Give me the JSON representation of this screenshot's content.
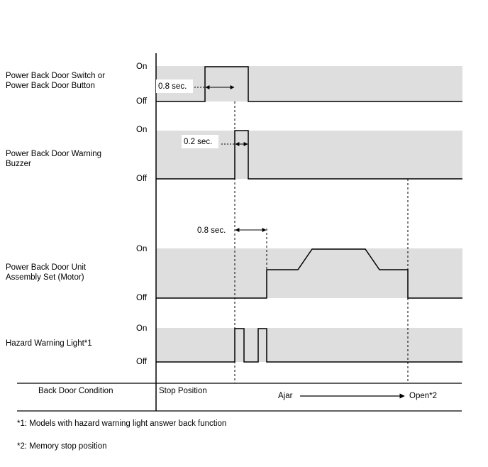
{
  "signals": [
    {
      "label_lines": [
        "Power Back Door Switch or",
        "Power Back Door Button"
      ],
      "on_label": "On",
      "off_label": "Off"
    },
    {
      "label_lines": [
        "Power Back Door Warning",
        "Buzzer"
      ],
      "on_label": "On",
      "off_label": "Off"
    },
    {
      "label_lines": [
        "Power Back Door Unit",
        "Assembly Set (Motor)"
      ],
      "on_label": "On",
      "off_label": "Off"
    },
    {
      "label_lines": [
        "Hazard Warning Light*1"
      ],
      "on_label": "On",
      "off_label": "Off"
    }
  ],
  "timing_annotations": {
    "switch_delay": "0.8 sec.",
    "buzzer_delay": "0.2 sec.",
    "motor_delay": "0.8 sec."
  },
  "condition_row": {
    "header": "Back Door Condition",
    "stop": "Stop Position",
    "ajar": "Ajar",
    "open": "Open*2"
  },
  "footnotes": {
    "note1": "*1: Models with hazard warning light answer back function",
    "note2": "*2: Memory stop position"
  }
}
